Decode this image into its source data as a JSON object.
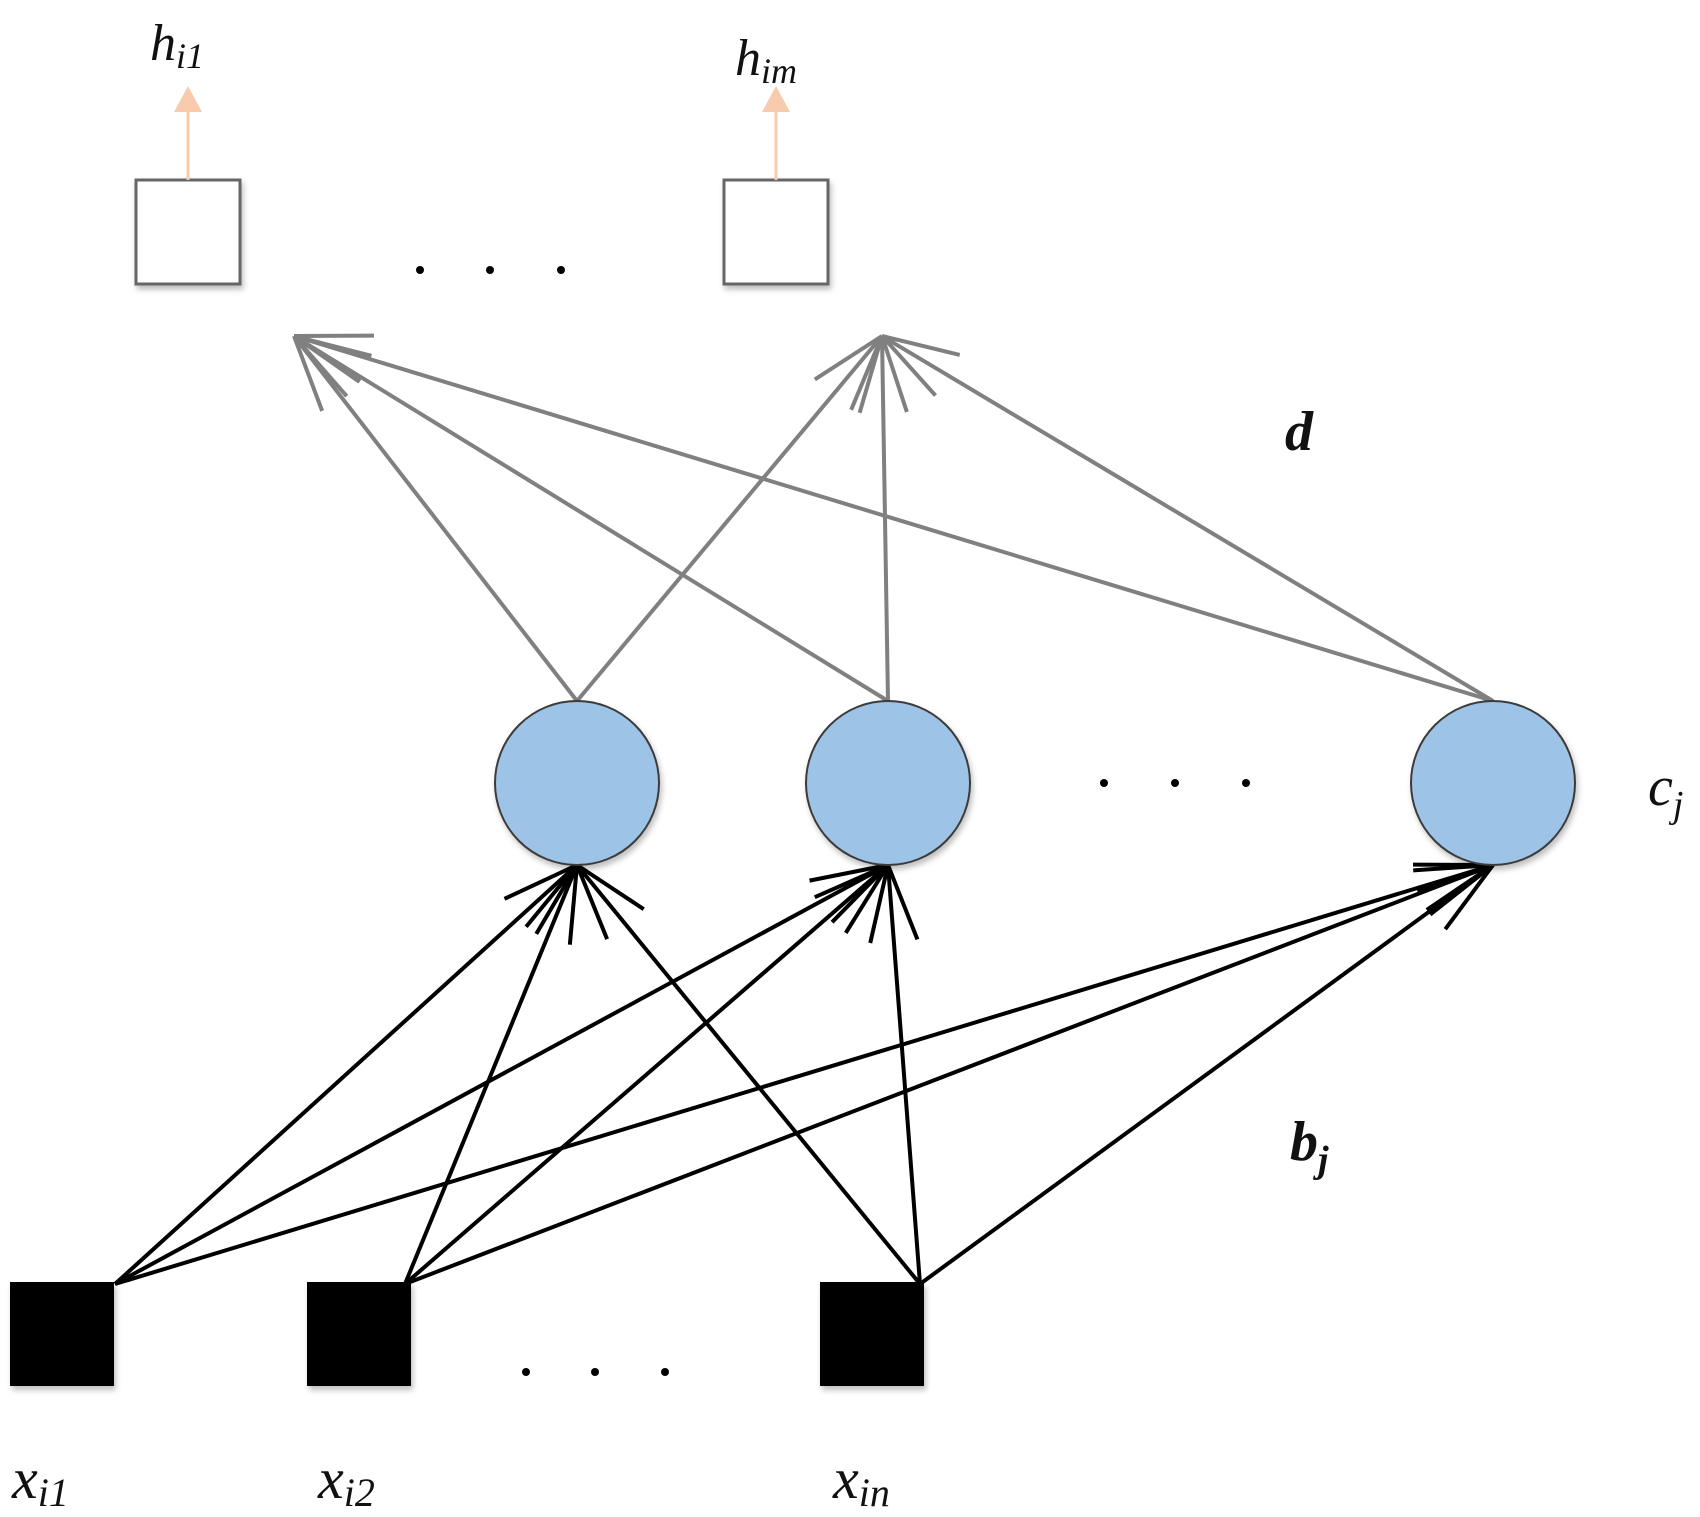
{
  "diagram": {
    "type": "neural-network",
    "layers": {
      "input": {
        "nodes": [
          {
            "id": "x1",
            "label": "x",
            "sub": "i1"
          },
          {
            "id": "x2",
            "label": "x",
            "sub": "i2"
          },
          {
            "id": "xn",
            "label": "x",
            "sub": "in"
          }
        ],
        "ellipsis": ". . ."
      },
      "hidden": {
        "nodes": [
          {
            "id": "c1"
          },
          {
            "id": "c2"
          },
          {
            "id": "cn"
          }
        ],
        "ellipsis": ". . .",
        "label": "c",
        "label_sub": "j"
      },
      "output": {
        "nodes": [
          {
            "id": "h1",
            "label": "h",
            "sub": "i1"
          },
          {
            "id": "hm",
            "label": "h",
            "sub": "im"
          }
        ],
        "ellipsis": ". . ."
      }
    },
    "weight_labels": {
      "input_to_hidden": {
        "label": "b",
        "sub": "j"
      },
      "hidden_to_output": {
        "label": "d",
        "sub": ""
      }
    },
    "edges_input_hidden": [
      [
        "x1",
        "c1"
      ],
      [
        "x1",
        "c2"
      ],
      [
        "x1",
        "cn"
      ],
      [
        "x2",
        "c1"
      ],
      [
        "x2",
        "c2"
      ],
      [
        "x2",
        "cn"
      ],
      [
        "xn",
        "c1"
      ],
      [
        "xn",
        "c2"
      ],
      [
        "xn",
        "cn"
      ]
    ],
    "edges_hidden_output": [
      [
        "c1",
        "h1"
      ],
      [
        "c1",
        "hm"
      ],
      [
        "c2",
        "h1"
      ],
      [
        "c2",
        "hm"
      ],
      [
        "cn",
        "h1"
      ],
      [
        "cn",
        "hm"
      ]
    ],
    "colors": {
      "input_fill": "#000000",
      "hidden_fill": "#9dc3e6",
      "hidden_stroke": "#3a3a3a",
      "output_stroke": "#666666",
      "edge_input_hidden": "#000000",
      "edge_hidden_output": "#808080",
      "output_arrow": "#f8cbad"
    }
  }
}
